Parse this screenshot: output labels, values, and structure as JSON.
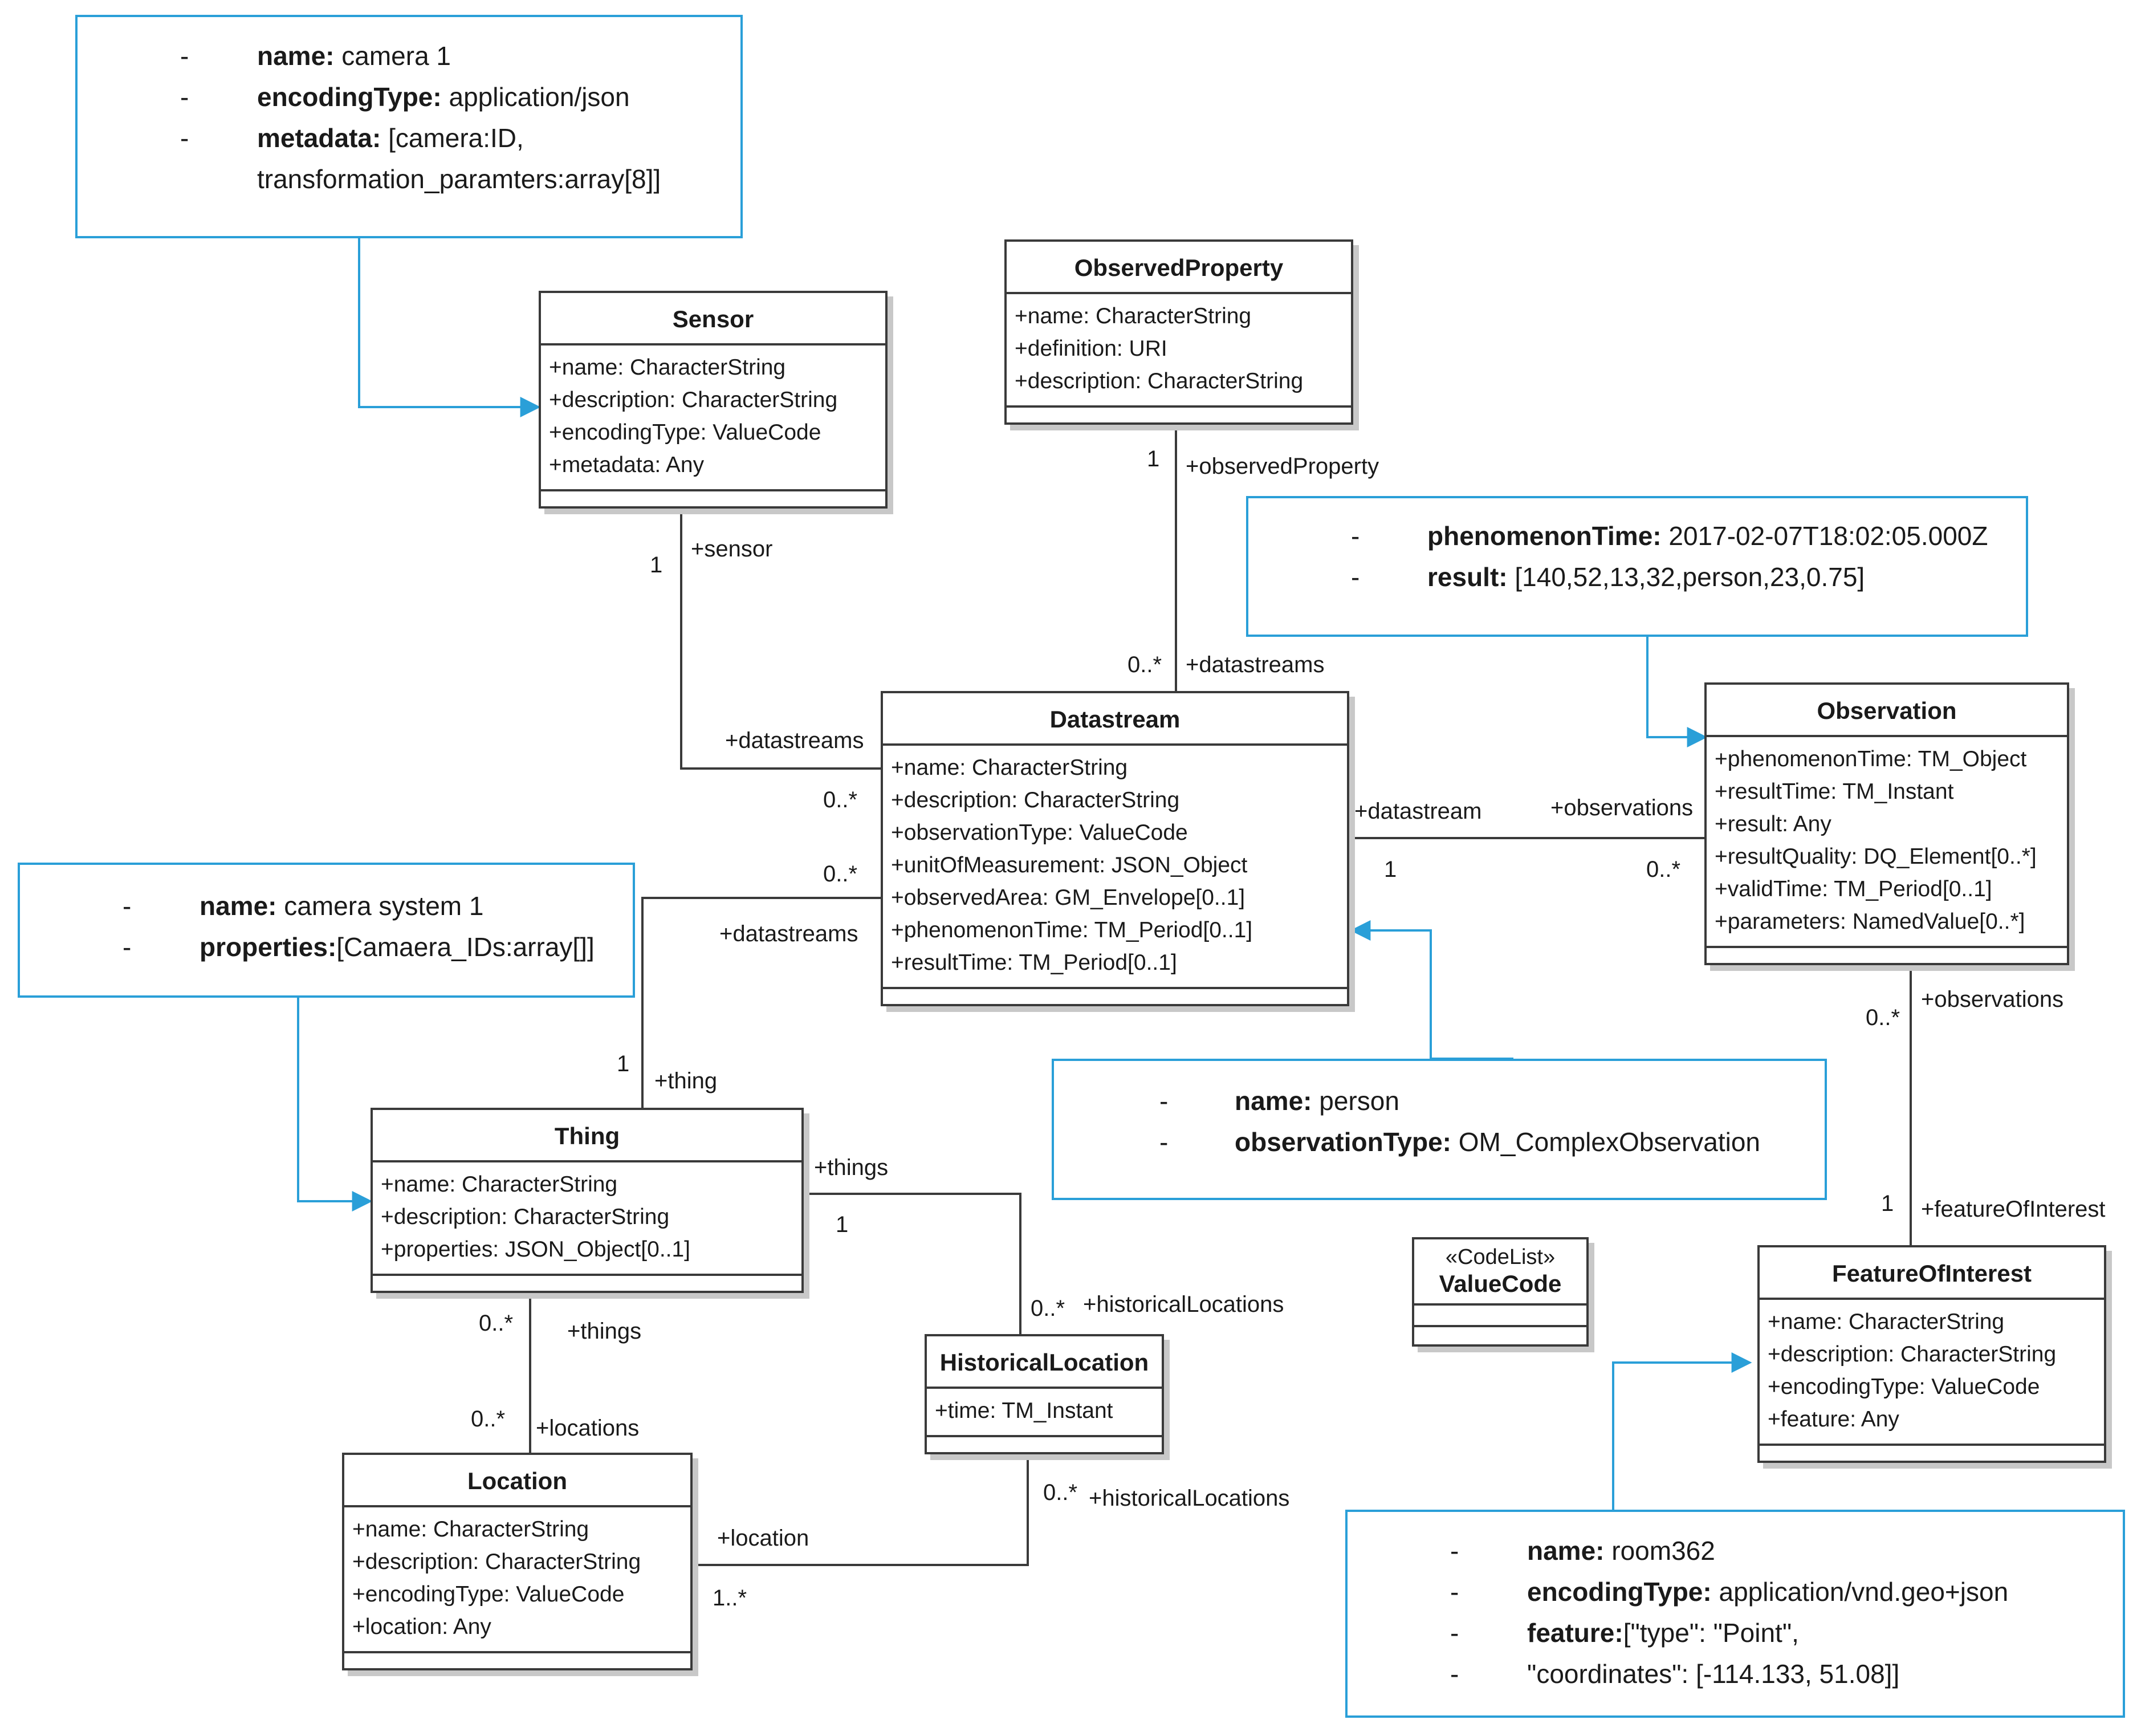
{
  "classes": {
    "sensor": {
      "name": "Sensor",
      "attributes": [
        "+name: CharacterString",
        "+description: CharacterString",
        "+encodingType: ValueCode",
        "+metadata: Any"
      ]
    },
    "observed_property": {
      "name": "ObservedProperty",
      "attributes": [
        "+name: CharacterString",
        "+definition: URI",
        "+description: CharacterString"
      ]
    },
    "datastream": {
      "name": "Datastream",
      "attributes": [
        "+name: CharacterString",
        "+description: CharacterString",
        "+observationType: ValueCode",
        "+unitOfMeasurement: JSON_Object",
        "+observedArea: GM_Envelope[0..1]",
        "+phenomenonTime: TM_Period[0..1]",
        "+resultTime: TM_Period[0..1]"
      ]
    },
    "observation": {
      "name": "Observation",
      "attributes": [
        "+phenomenonTime: TM_Object",
        "+resultTime: TM_Instant",
        "+result: Any",
        "+resultQuality: DQ_Element[0..*]",
        "+validTime: TM_Period[0..1]",
        "+parameters: NamedValue[0..*]"
      ]
    },
    "thing": {
      "name": "Thing",
      "attributes": [
        "+name: CharacterString",
        "+description: CharacterString",
        "+properties: JSON_Object[0..1]"
      ]
    },
    "historical_location": {
      "name": "HistoricalLocation",
      "attributes": [
        "+time: TM_Instant"
      ]
    },
    "location": {
      "name": "Location",
      "attributes": [
        "+name: CharacterString",
        "+description: CharacterString",
        "+encodingType: ValueCode",
        "+location: Any"
      ]
    },
    "feature_of_interest": {
      "name": "FeatureOfInterest",
      "attributes": [
        "+name: CharacterString",
        "+description: CharacterString",
        "+encodingType: ValueCode",
        "+feature: Any"
      ]
    },
    "value_code": {
      "stereotype": "«CodeList»",
      "name": "ValueCode"
    }
  },
  "notes": {
    "sensor_note": {
      "items": [
        {
          "dash": "-",
          "key": "name:",
          "value": " camera 1"
        },
        {
          "dash": "-",
          "key": "encodingType:",
          "value": " application/json"
        },
        {
          "dash": "-",
          "key": "metadata:",
          "value": " [camera:ID,"
        },
        {
          "dash": "",
          "key": "",
          "value": "transformation_paramters:array[8]]"
        }
      ]
    },
    "observation_note": {
      "items": [
        {
          "dash": "-",
          "key": "phenomenonTime:",
          "value": "  2017-02-07T18:02:05.000Z"
        },
        {
          "dash": "-",
          "key": "result:",
          "value": " [140,52,13,32,person,23,0.75]"
        }
      ]
    },
    "thing_note": {
      "items": [
        {
          "dash": "-",
          "key": "name:",
          "value": " camera system 1"
        },
        {
          "dash": "-",
          "key": "properties:",
          "value": "[Camaera_IDs:array[]]"
        }
      ]
    },
    "datastream_note": {
      "items": [
        {
          "dash": "-",
          "key": "name:",
          "value": " person"
        },
        {
          "dash": "-",
          "key": "observationType:",
          "value": " OM_ComplexObservation"
        }
      ]
    },
    "feature_note": {
      "items": [
        {
          "dash": "-",
          "key": "name:",
          "value": " room362"
        },
        {
          "dash": "-",
          "key": "encodingType:",
          "value": " application/vnd.geo+json"
        },
        {
          "dash": "-",
          "key": "feature:",
          "value": "[\"type\": \"Point\","
        },
        {
          "dash": "-",
          "key": "",
          "value": "   \"coordinates\": [-114.133, 51.08]]"
        }
      ]
    }
  },
  "associations": {
    "sensor_datastream": {
      "sensor_mult": "1",
      "sensor_role": "+sensor",
      "datastream_role": "+datastreams",
      "datastream_mult": "0..*"
    },
    "observedproperty_datastream": {
      "op_mult": "1",
      "op_role": "+observedProperty",
      "datastream_mult": "0..*",
      "datastream_role": "+datastreams"
    },
    "thing_datastream": {
      "datastream_mult": "0..*",
      "datastream_role": "+datastreams",
      "thing_mult": "1",
      "thing_role": "+thing"
    },
    "datastream_observation": {
      "datastream_role": "+datastream",
      "datastream_mult": "1",
      "observation_role": "+observations",
      "observation_mult": "0..*"
    },
    "observation_feature": {
      "observation_mult": "0..*",
      "observation_role": "+observations",
      "feature_mult": "1",
      "feature_role": "+featureOfInterest"
    },
    "thing_location": {
      "thing_mult": "0..*",
      "thing_role": "+things",
      "location_mult": "0..*",
      "location_role": "+locations"
    },
    "thing_historical": {
      "thing_role": "+things",
      "thing_mult": "1",
      "historical_mult": "0..*",
      "historical_role": "+historicalLocations"
    },
    "location_historical": {
      "historical_mult": "0..*",
      "historical_role": "+historicalLocations",
      "location_role": "+location",
      "location_mult": "1..*"
    }
  },
  "colors": {
    "note_border": "#2a9fd8",
    "connector": "#2a9fd8",
    "class_border": "#3a3a3a",
    "shadow": "#c8c8c8"
  }
}
